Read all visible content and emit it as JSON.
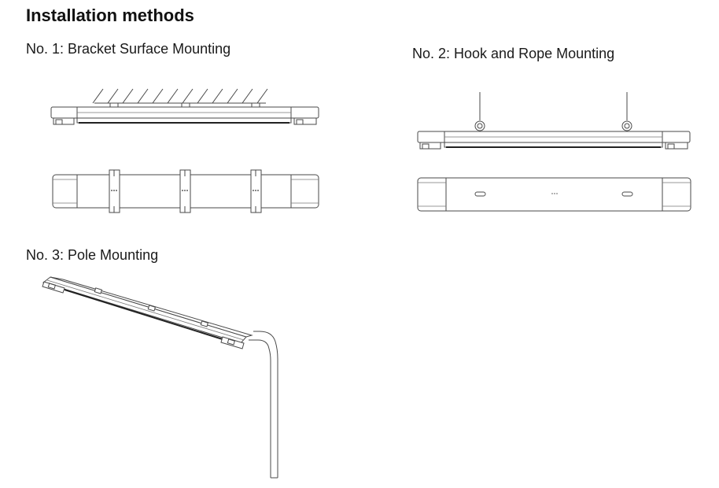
{
  "page": {
    "title": "Installation methods"
  },
  "methods": [
    {
      "label": "No. 1: Bracket Surface Mounting"
    },
    {
      "label": "No. 2: Hook and Rope Mounting"
    },
    {
      "label": "No. 3: Pole Mounting"
    }
  ]
}
